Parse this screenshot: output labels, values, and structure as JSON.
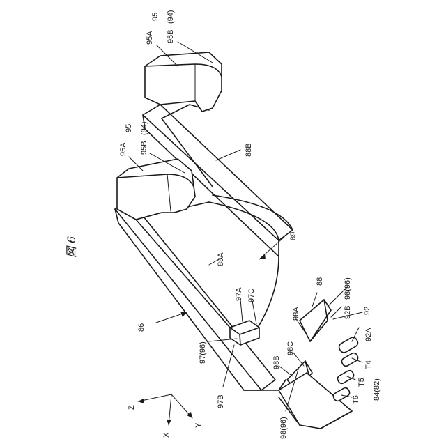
{
  "figure_title": "図 6",
  "axes": {
    "x": "X",
    "y": "Y",
    "z": "Z"
  },
  "labels": {
    "l95A_top": "95A",
    "l95_top": "95",
    "l95B_top": "95B",
    "l94_top": "(94)",
    "l95A_mid": "95A",
    "l95_mid": "95",
    "l95B_mid": "95B",
    "l94_mid": "(94)",
    "l88B": "88B",
    "l89": "89",
    "l88A": "88A",
    "l86": "86",
    "l97A": "97A",
    "l97C": "97C",
    "l97_96": "97(96)",
    "l97B": "97B",
    "l88": "88",
    "l98_96_top": "98(96)",
    "l92B": "92B",
    "l92": "92",
    "l98A": "98A",
    "l92A": "92A",
    "l98C": "98C",
    "l98B": "98B",
    "lT4": "T4",
    "lT5": "T5",
    "l84_82": "84(82)",
    "lT6": "T6",
    "l98_96_bot": "98(96)"
  }
}
